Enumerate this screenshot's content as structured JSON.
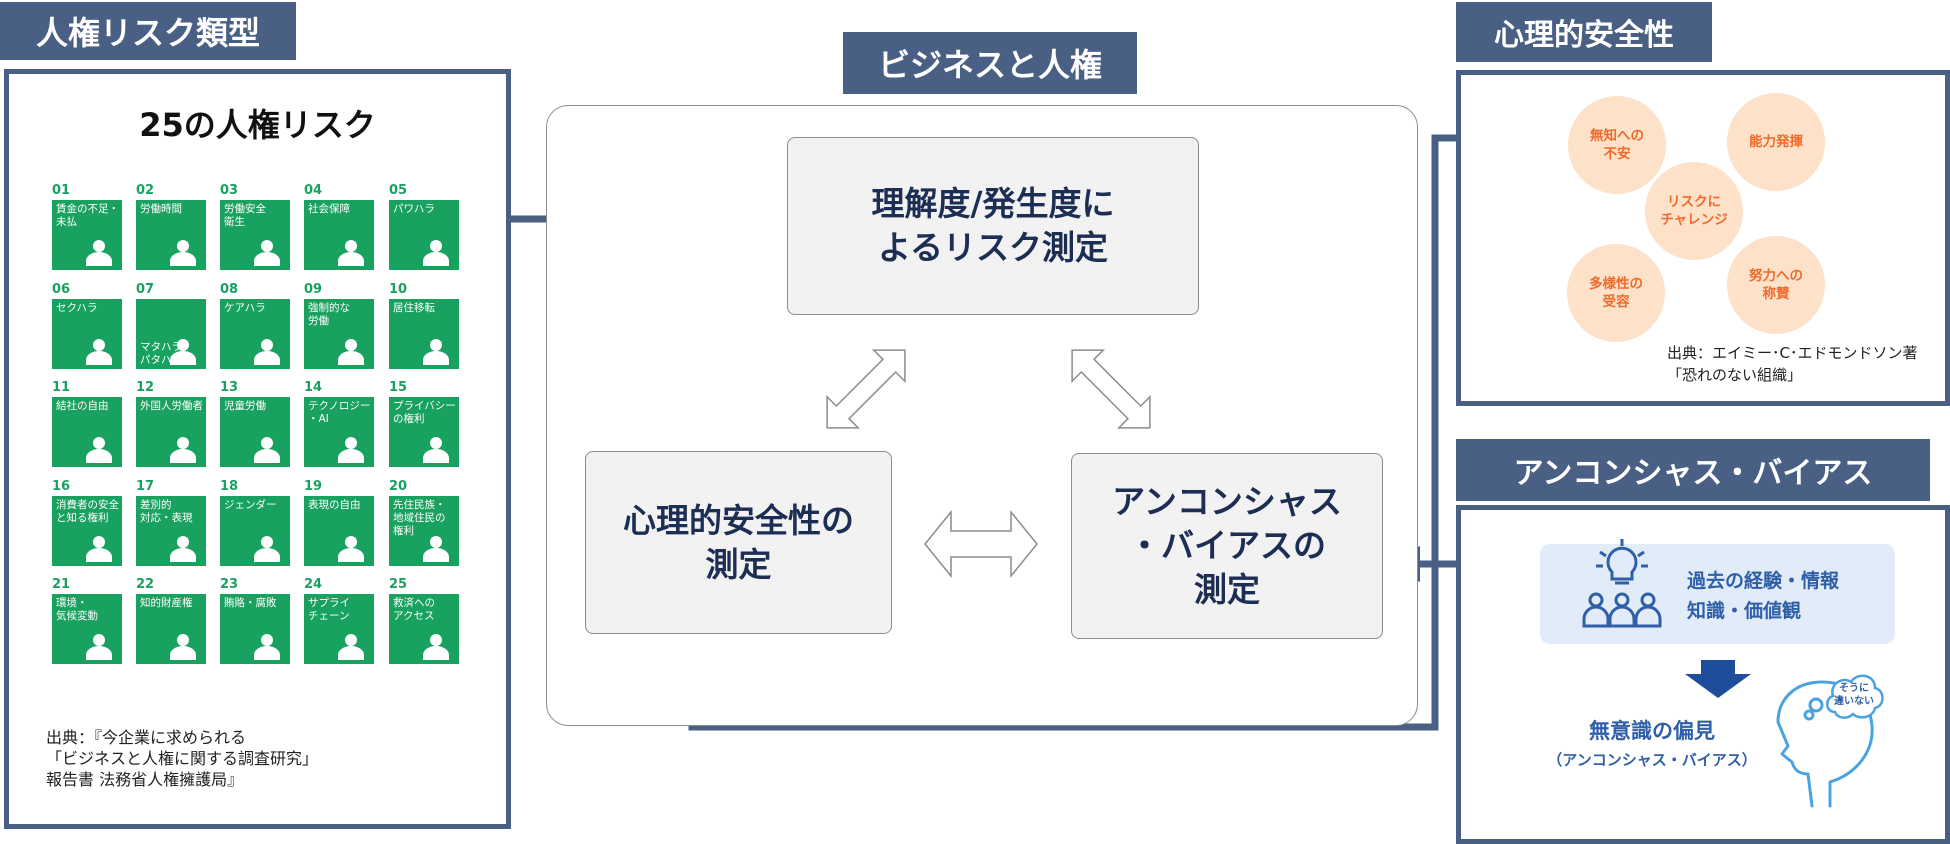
{
  "left": {
    "tag": "人権リスク類型",
    "title": "25の人権リスク",
    "tiles": [
      {
        "num": "01",
        "label": "賃金の不足・\n未払"
      },
      {
        "num": "02",
        "label": "労働時間"
      },
      {
        "num": "03",
        "label": "労働安全\n衛生"
      },
      {
        "num": "04",
        "label": "社会保障"
      },
      {
        "num": "05",
        "label": "パワハラ"
      },
      {
        "num": "06",
        "label": "セクハラ"
      },
      {
        "num": "07",
        "label": "\n\n\nマタハラ\nパタハラ"
      },
      {
        "num": "08",
        "label": "ケアハラ"
      },
      {
        "num": "09",
        "label": "強制的な\n労働"
      },
      {
        "num": "10",
        "label": "居住移転"
      },
      {
        "num": "11",
        "label": "結社の自由"
      },
      {
        "num": "12",
        "label": "外国人労働者"
      },
      {
        "num": "13",
        "label": "児童労働"
      },
      {
        "num": "14",
        "label": "テクノロジー\n・AI"
      },
      {
        "num": "15",
        "label": "プライバシー\nの権利"
      },
      {
        "num": "16",
        "label": "消費者の安全\nと知る権利"
      },
      {
        "num": "17",
        "label": "差別的\n対応・表現"
      },
      {
        "num": "18",
        "label": "ジェンダー"
      },
      {
        "num": "19",
        "label": "表現の自由"
      },
      {
        "num": "20",
        "label": "先住民族・\n地域住民の\n権利"
      },
      {
        "num": "21",
        "label": "環境・\n気候変動"
      },
      {
        "num": "22",
        "label": "知的財産権"
      },
      {
        "num": "23",
        "label": "賄賂・腐敗"
      },
      {
        "num": "24",
        "label": "サプライ\nチェーン"
      },
      {
        "num": "25",
        "label": "救済への\nアクセス"
      }
    ],
    "source": [
      "出典：『今企業に求められる",
      "「ビジネスと人権に関する調査研究」",
      "報告書 法務省人権擁護局』"
    ]
  },
  "center": {
    "tag": "ビジネスと人権",
    "box_top": [
      "理解度/発生度に",
      "よるリスク測定"
    ],
    "box_left": [
      "心理的安全性の",
      "測定"
    ],
    "box_right": [
      "アンコンシャス",
      "・バイアスの",
      "測定"
    ]
  },
  "right_top": {
    "tag": "心理的安全性",
    "bubbles": [
      {
        "label": "無知への\n不安"
      },
      {
        "label": "能力発揮"
      },
      {
        "label": "リスクに\nチャレンジ"
      },
      {
        "label": "多様性の\n受容"
      },
      {
        "label": "努力への\n称賛"
      }
    ],
    "source": [
      "出典：エイミー･C･エドモンドソン著",
      "「恐れのない組織」"
    ]
  },
  "right_bottom": {
    "tag": "アンコンシャス・バイアス",
    "exp_lines": [
      "過去の経験・情報",
      "知識・価値観"
    ],
    "result_lines": [
      "無意識の偏見",
      "（アンコンシャス・バイアス）"
    ],
    "thought": [
      "そうに",
      "違いない"
    ]
  },
  "colors": {
    "tag": "#4a5f84",
    "tile": "#19a15f",
    "bubble": "#fde1c8",
    "bubble_text": "#f06a2a",
    "navy_text": "#1d2e55"
  }
}
